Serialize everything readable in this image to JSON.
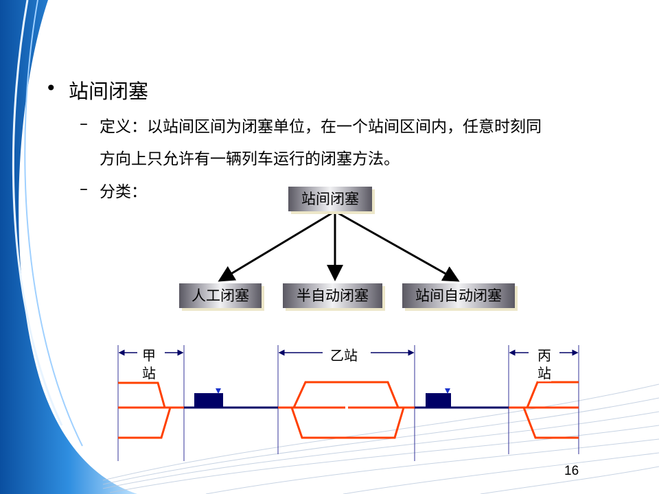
{
  "slide": {
    "heading": "站间闭塞",
    "bullet_symbol": "•",
    "items": [
      {
        "dash": "–",
        "text_line1": "定义：以站间区间为闭塞单位，在一个站间区间内，任意时刻同",
        "text_line2": "方向上只允许有一辆列车运行的闭塞方法。"
      },
      {
        "dash": "–",
        "text_line1": "分类："
      }
    ],
    "tree": {
      "root": "站间闭塞",
      "children": [
        "人工闭塞",
        "半自动闭塞",
        "站间自动闭塞"
      ]
    },
    "stations": {
      "a_top": "甲",
      "a_bottom": "站",
      "b": "乙站",
      "c_top": "丙",
      "c_bottom": "站"
    },
    "page_number": "16"
  },
  "colors": {
    "track": "#ff4000",
    "line": "#000066",
    "guide": "#333399"
  }
}
